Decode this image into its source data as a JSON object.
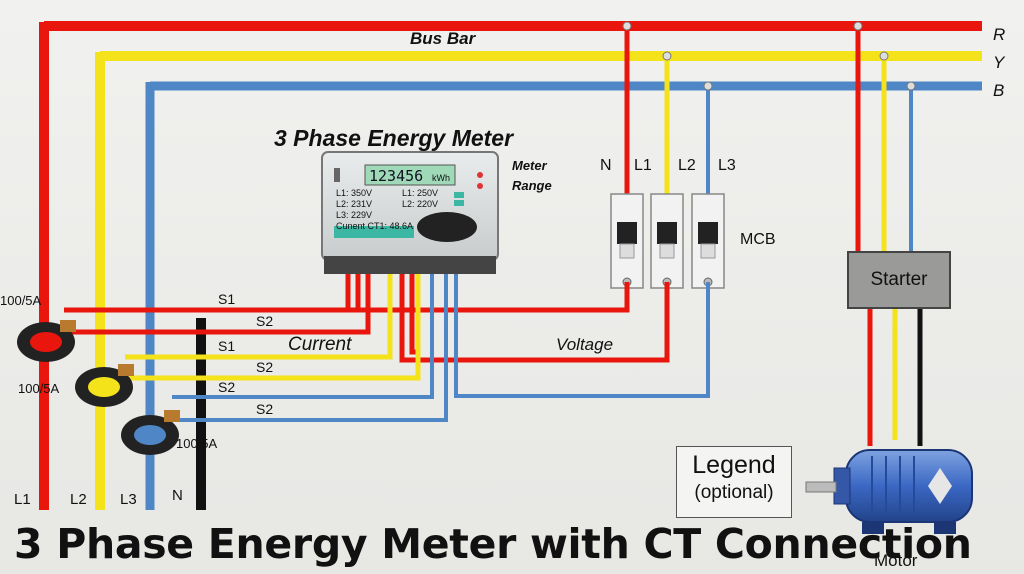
{
  "title": "3 Phase Energy Meter with CT Connection",
  "bus_bar": {
    "label": "Bus Bar",
    "phases": [
      {
        "name": "R",
        "color": "#e8160c"
      },
      {
        "name": "Y",
        "color": "#f4e21a"
      },
      {
        "name": "B",
        "color": "#4f86c6"
      }
    ]
  },
  "meter": {
    "title": "3 Phase Energy Meter",
    "range_label_1": "Meter",
    "range_label_2": "Range",
    "display_value": "123456",
    "display_unit": "kWh",
    "l1_v": "L1: 350V",
    "l2_v": "L2: 231V",
    "l3_v": "L3: 229V",
    "l1_v_right": "L1: 250V",
    "l2_v_right": "L2: 220V",
    "current": "Cunent CT1: 48.6A"
  },
  "mcb": {
    "label": "MCB",
    "terminals": [
      "N",
      "L1",
      "L2",
      "L3"
    ]
  },
  "ct": {
    "ratio_1": "100/5A",
    "ratio_2": "100/5A",
    "ratio_3": "100/5A",
    "s_labels": [
      "S1",
      "S2",
      "S1",
      "S2",
      "S2"
    ]
  },
  "wires": {
    "current_label": "Current",
    "voltage_label": "Voltage"
  },
  "supply_lines": [
    "L1",
    "L2",
    "L3",
    "N"
  ],
  "starter": {
    "label": "Starter"
  },
  "motor": {
    "label": "Motor"
  },
  "legend": {
    "title": "Legend",
    "subtitle": "(optional)"
  },
  "colors": {
    "neutral": "#111111",
    "accent_display": "#9fd9b8",
    "meter_strip": "#3cb7a4"
  }
}
